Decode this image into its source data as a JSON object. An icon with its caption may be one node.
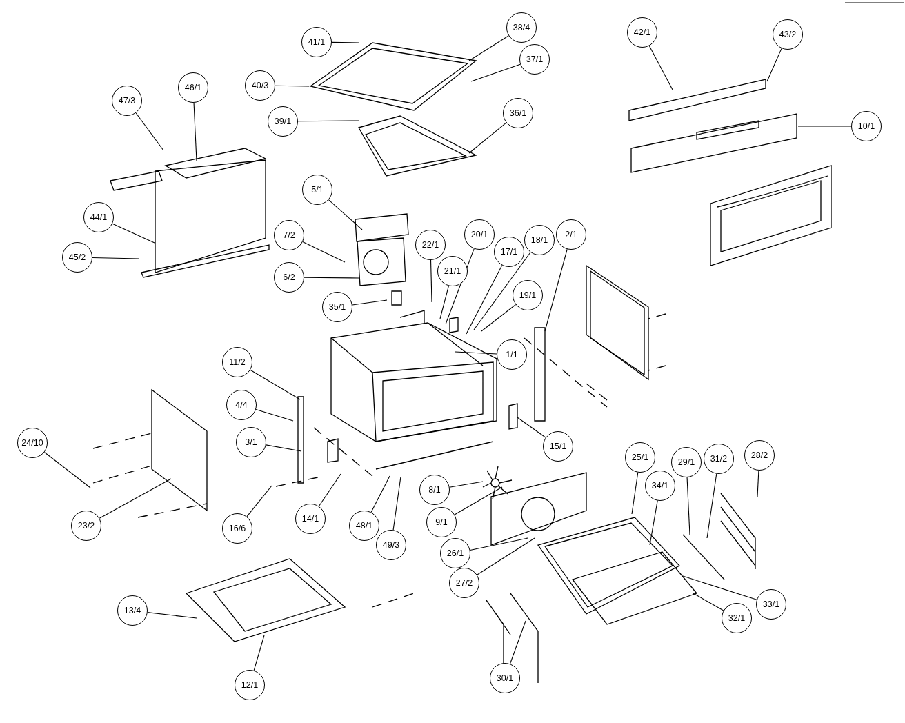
{
  "diagram": {
    "nodes": [
      {
        "text": [
          "41/1"
        ]
      },
      {
        "text": [
          "38/4"
        ]
      },
      {
        "text": [
          "37/1"
        ]
      },
      {
        "text": [
          "40/3"
        ]
      },
      {
        "text": [
          "42/1"
        ]
      },
      {
        "text": [
          "43/2"
        ]
      },
      {
        "text": [
          "39/1"
        ]
      },
      {
        "text": [
          "36/1"
        ]
      },
      {
        "text": [
          "47/3"
        ]
      },
      {
        "text": [
          "46/1"
        ]
      },
      {
        "text": [
          "10/1"
        ]
      },
      {
        "text": [
          "5/1"
        ]
      },
      {
        "text": [
          "44/1"
        ]
      },
      {
        "text": [
          "7/2"
        ]
      },
      {
        "text": [
          "45/2"
        ]
      },
      {
        "text": [
          "6/2"
        ]
      },
      {
        "text": [
          "22/1"
        ]
      },
      {
        "text": [
          "20/1"
        ]
      },
      {
        "text": [
          "21/1"
        ]
      },
      {
        "text": [
          "17/1"
        ]
      },
      {
        "text": [
          "18/1"
        ]
      },
      {
        "text": [
          "2/1"
        ]
      },
      {
        "text": [
          "19/1"
        ]
      },
      {
        "text": [
          "35/1"
        ]
      },
      {
        "text": [
          "1/1"
        ]
      },
      {
        "text": [
          "11/2"
        ]
      },
      {
        "text": [
          "4/4"
        ]
      },
      {
        "text": [
          "24/10"
        ]
      },
      {
        "text": [
          "3/1"
        ]
      },
      {
        "text": [
          "15/1"
        ]
      },
      {
        "text": [
          "25/1"
        ]
      },
      {
        "text": [
          "29/1"
        ]
      },
      {
        "text": [
          "31/2"
        ]
      },
      {
        "text": [
          "28/2"
        ]
      },
      {
        "text": [
          "34/1"
        ]
      },
      {
        "text": [
          "8/1"
        ]
      },
      {
        "text": [
          "14/1"
        ]
      },
      {
        "text": [
          "16/6"
        ]
      },
      {
        "text": [
          "48/1"
        ]
      },
      {
        "text": [
          "9/1"
        ]
      },
      {
        "text": [
          "23/2"
        ]
      },
      {
        "text": [
          "49/3"
        ]
      },
      {
        "text": [
          "26/1"
        ]
      },
      {
        "text": [
          "27/2"
        ]
      },
      {
        "text": [
          "33/1"
        ]
      },
      {
        "text": [
          "32/1"
        ]
      },
      {
        "text": [
          "13/4"
        ]
      },
      {
        "text": [
          "12/1"
        ]
      },
      {
        "text": [
          "30/1"
        ]
      }
    ],
    "edges": [
      {
        "from": 0,
        "to": null,
        "arrow": "none"
      },
      {
        "from": 1,
        "to": null,
        "arrow": "none"
      },
      {
        "from": 2,
        "to": null,
        "arrow": "none"
      },
      {
        "from": 3,
        "to": null,
        "arrow": "none"
      },
      {
        "from": 4,
        "to": null,
        "arrow": "none"
      },
      {
        "from": 5,
        "to": null,
        "arrow": "none"
      },
      {
        "from": 6,
        "to": null,
        "arrow": "none"
      },
      {
        "from": 7,
        "to": null,
        "arrow": "none"
      },
      {
        "from": 8,
        "to": null,
        "arrow": "none"
      },
      {
        "from": 9,
        "to": null,
        "arrow": "none"
      },
      {
        "from": 10,
        "to": null,
        "arrow": "none"
      },
      {
        "from": 11,
        "to": null,
        "arrow": "none"
      },
      {
        "from": 12,
        "to": null,
        "arrow": "none"
      },
      {
        "from": 13,
        "to": null,
        "arrow": "none"
      },
      {
        "from": 14,
        "to": null,
        "arrow": "none"
      },
      {
        "from": 15,
        "to": null,
        "arrow": "none"
      },
      {
        "from": 16,
        "to": null,
        "arrow": "none"
      },
      {
        "from": 17,
        "to": null,
        "arrow": "none"
      },
      {
        "from": 18,
        "to": null,
        "arrow": "none"
      },
      {
        "from": 19,
        "to": null,
        "arrow": "none"
      },
      {
        "from": 20,
        "to": null,
        "arrow": "none"
      },
      {
        "from": 21,
        "to": null,
        "arrow": "none"
      },
      {
        "from": 22,
        "to": null,
        "arrow": "none"
      },
      {
        "from": 23,
        "to": null,
        "arrow": "none"
      },
      {
        "from": 24,
        "to": null,
        "arrow": "none"
      },
      {
        "from": 25,
        "to": null,
        "arrow": "none"
      },
      {
        "from": 26,
        "to": null,
        "arrow": "none"
      },
      {
        "from": 27,
        "to": null,
        "arrow": "none"
      },
      {
        "from": 28,
        "to": null,
        "arrow": "none"
      },
      {
        "from": 29,
        "to": null,
        "arrow": "none"
      },
      {
        "from": 30,
        "to": null,
        "arrow": "none"
      },
      {
        "from": 31,
        "to": null,
        "arrow": "none"
      },
      {
        "from": 32,
        "to": null,
        "arrow": "none"
      },
      {
        "from": 33,
        "to": null,
        "arrow": "none"
      },
      {
        "from": 34,
        "to": null,
        "arrow": "none"
      },
      {
        "from": 35,
        "to": null,
        "arrow": "none"
      },
      {
        "from": 36,
        "to": null,
        "arrow": "none"
      },
      {
        "from": 37,
        "to": null,
        "arrow": "none"
      },
      {
        "from": 38,
        "to": null,
        "arrow": "none"
      },
      {
        "from": 39,
        "to": null,
        "arrow": "none"
      },
      {
        "from": 40,
        "to": null,
        "arrow": "none"
      },
      {
        "from": 41,
        "to": null,
        "arrow": "none"
      },
      {
        "from": 42,
        "to": null,
        "arrow": "none"
      },
      {
        "from": 43,
        "to": null,
        "arrow": "none"
      },
      {
        "from": 44,
        "to": null,
        "arrow": "none"
      },
      {
        "from": 45,
        "to": null,
        "arrow": "none"
      },
      {
        "from": 46,
        "to": null,
        "arrow": "none"
      },
      {
        "from": 47,
        "to": null,
        "arrow": "none"
      },
      {
        "from": 48,
        "to": null,
        "arrow": "none"
      }
    ]
  }
}
